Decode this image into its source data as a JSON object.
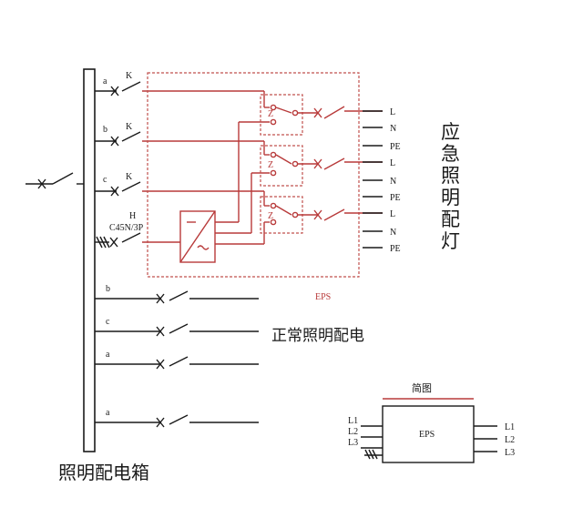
{
  "feeders_top": [
    {
      "phase": "a",
      "device": "K"
    },
    {
      "phase": "b",
      "device": "K"
    },
    {
      "phase": "c",
      "device": "K"
    }
  ],
  "three_phase": {
    "label": "H",
    "breaker": "C45N/3P"
  },
  "z_label": "Z",
  "eps_label": "EPS",
  "outputs": [
    "L",
    "N",
    "PE",
    "L",
    "N",
    "PE",
    "L",
    "N",
    "PE"
  ],
  "emergency_title": [
    "应",
    "急",
    "照",
    "明",
    "配",
    "灯"
  ],
  "normal_circuits": [
    "b",
    "c",
    "a",
    "a"
  ],
  "normal_title": "正常照明配电",
  "panel_title": "照明配电箱",
  "simple": {
    "title": "简图",
    "box_label": "EPS",
    "inputs": [
      "L1",
      "L2",
      "L3"
    ],
    "outputs": [
      "L1",
      "L2",
      "L3"
    ]
  },
  "colors": {
    "line": "#1a1a1a",
    "eps": "#b83a3a"
  }
}
